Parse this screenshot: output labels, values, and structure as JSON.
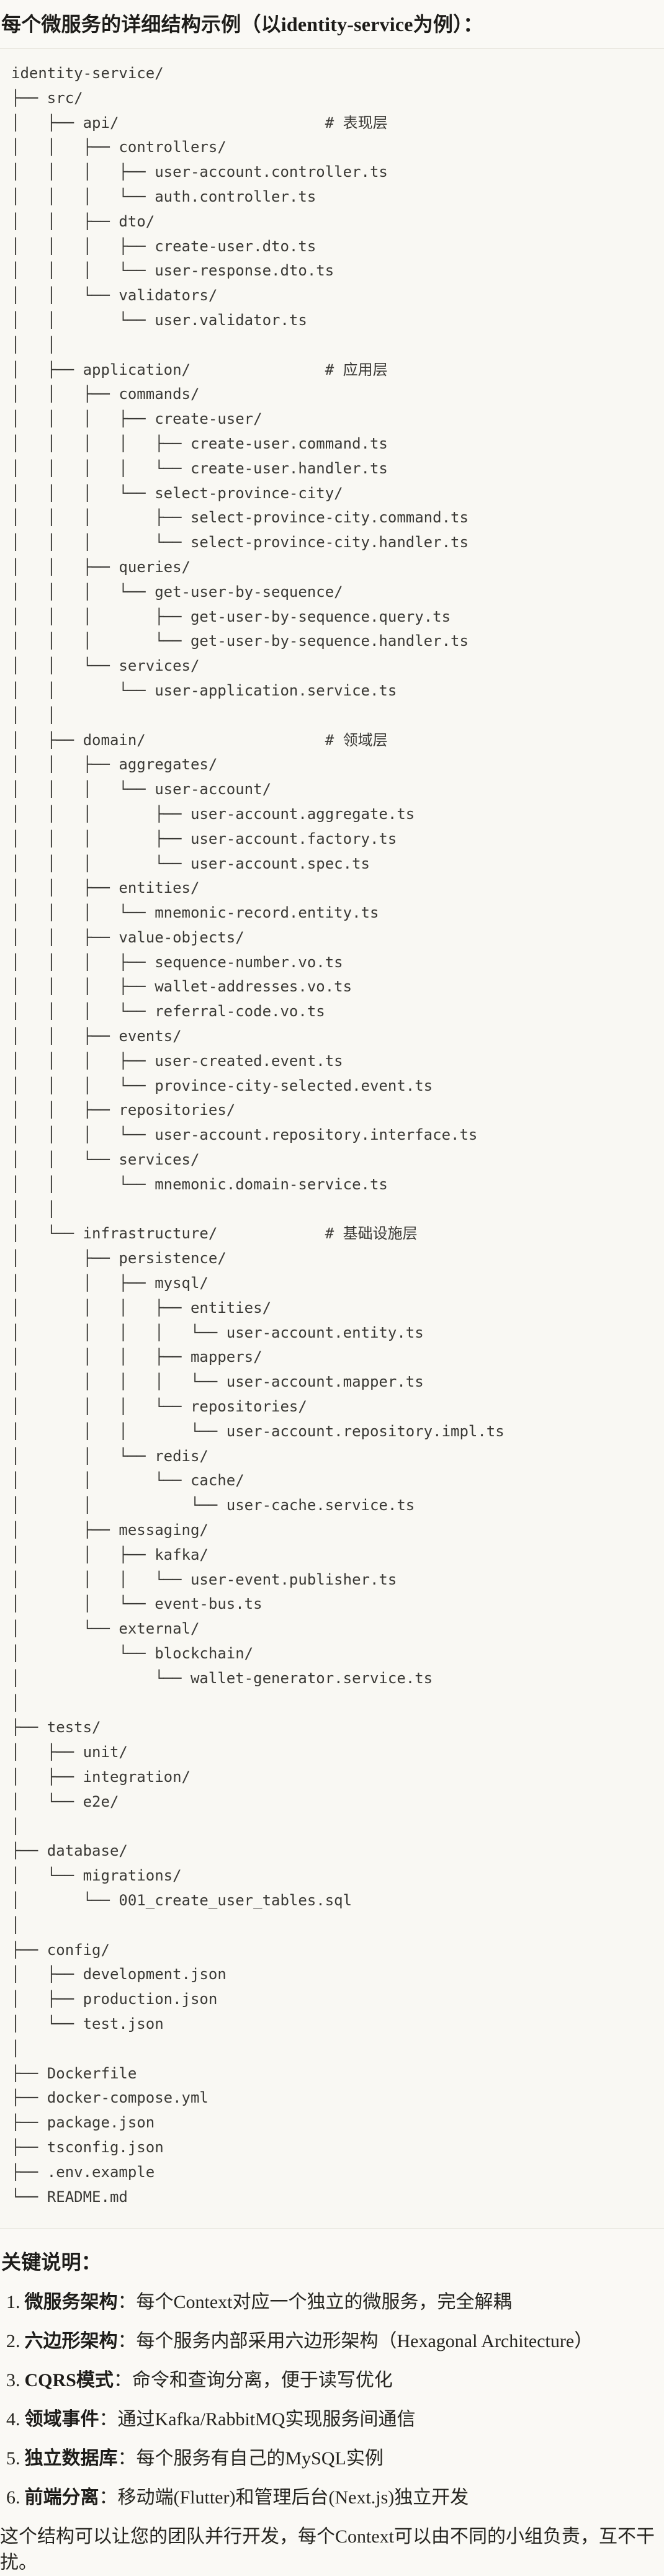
{
  "title": "每个微服务的详细结构示例（以identity-service为例）：",
  "code_block": {
    "language": "plaintext",
    "lines": [
      "identity-service/",
      "├── src/",
      "│   ├── api/                       # 表现层",
      "│   │   ├── controllers/",
      "│   │   │   ├── user-account.controller.ts",
      "│   │   │   └── auth.controller.ts",
      "│   │   ├── dto/",
      "│   │   │   ├── create-user.dto.ts",
      "│   │   │   └── user-response.dto.ts",
      "│   │   └── validators/",
      "│   │       └── user.validator.ts",
      "│   │",
      "│   ├── application/               # 应用层",
      "│   │   ├── commands/",
      "│   │   │   ├── create-user/",
      "│   │   │   │   ├── create-user.command.ts",
      "│   │   │   │   └── create-user.handler.ts",
      "│   │   │   └── select-province-city/",
      "│   │   │       ├── select-province-city.command.ts",
      "│   │   │       └── select-province-city.handler.ts",
      "│   │   ├── queries/",
      "│   │   │   └── get-user-by-sequence/",
      "│   │   │       ├── get-user-by-sequence.query.ts",
      "│   │   │       └── get-user-by-sequence.handler.ts",
      "│   │   └── services/",
      "│   │       └── user-application.service.ts",
      "│   │",
      "│   ├── domain/                    # 领域层",
      "│   │   ├── aggregates/",
      "│   │   │   └── user-account/",
      "│   │   │       ├── user-account.aggregate.ts",
      "│   │   │       ├── user-account.factory.ts",
      "│   │   │       └── user-account.spec.ts",
      "│   │   ├── entities/",
      "│   │   │   └── mnemonic-record.entity.ts",
      "│   │   ├── value-objects/",
      "│   │   │   ├── sequence-number.vo.ts",
      "│   │   │   ├── wallet-addresses.vo.ts",
      "│   │   │   └── referral-code.vo.ts",
      "│   │   ├── events/",
      "│   │   │   ├── user-created.event.ts",
      "│   │   │   └── province-city-selected.event.ts",
      "│   │   ├── repositories/",
      "│   │   │   └── user-account.repository.interface.ts",
      "│   │   └── services/",
      "│   │       └── mnemonic.domain-service.ts",
      "│   │",
      "│   └── infrastructure/            # 基础设施层",
      "│       ├── persistence/",
      "│       │   ├── mysql/",
      "│       │   │   ├── entities/",
      "│       │   │   │   └── user-account.entity.ts",
      "│       │   │   ├── mappers/",
      "│       │   │   │   └── user-account.mapper.ts",
      "│       │   │   └── repositories/",
      "│       │   │       └── user-account.repository.impl.ts",
      "│       │   └── redis/",
      "│       │       └── cache/",
      "│       │           └── user-cache.service.ts",
      "│       ├── messaging/",
      "│       │   ├── kafka/",
      "│       │   │   └── user-event.publisher.ts",
      "│       │   └── event-bus.ts",
      "│       └── external/",
      "│           └── blockchain/",
      "│               └── wallet-generator.service.ts",
      "│",
      "├── tests/",
      "│   ├── unit/",
      "│   ├── integration/",
      "│   └── e2e/",
      "│",
      "├── database/",
      "│   └── migrations/",
      "│       └── 001_create_user_tables.sql",
      "│",
      "├── config/",
      "│   ├── development.json",
      "│   ├── production.json",
      "│   └── test.json",
      "│",
      "├── Dockerfile",
      "├── docker-compose.yml",
      "├── package.json",
      "├── tsconfig.json",
      "├── .env.example",
      "└── README.md"
    ]
  },
  "notes": {
    "heading": "关键说明：",
    "items": [
      {
        "num": "1.",
        "term": "微服务架构",
        "desc": "：每个Context对应一个独立的微服务，完全解耦"
      },
      {
        "num": "2.",
        "term": "六边形架构",
        "desc": "：每个服务内部采用六边形架构（Hexagonal Architecture）"
      },
      {
        "num": "3.",
        "term": "CQRS模式",
        "desc": "：命令和查询分离，便于读写优化"
      },
      {
        "num": "4.",
        "term": "领域事件",
        "desc": "：通过Kafka/RabbitMQ实现服务间通信"
      },
      {
        "num": "5.",
        "term": "独立数据库",
        "desc": "：每个服务有自己的MySQL实例"
      },
      {
        "num": "6.",
        "term": "前端分离",
        "desc": "：移动端(Flutter)和管理后台(Next.js)独立开发"
      }
    ],
    "closing": "这个结构可以让您的团队并行开发，每个Context可以由不同的小组负责，互不干扰。"
  }
}
